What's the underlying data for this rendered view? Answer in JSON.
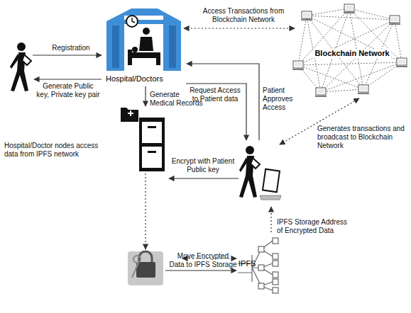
{
  "diagram": {
    "nodes": [
      {
        "text": [
          "Hospital/Doctors"
        ]
      },
      {
        "text": [
          "Blockchain Network"
        ]
      },
      {
        "text": [
          "IPFS"
        ]
      }
    ],
    "edges": [
      {
        "from": 0,
        "to": 1,
        "arrow": "both",
        "label": "Access Transactions from Blockchain Network"
      },
      {
        "from": 2,
        "to": 0,
        "arrow": "both",
        "label": "Hospital/Doctor nodes access data from IPFS network"
      }
    ],
    "labels": [
      "Registration",
      "Generate Public key, Private key pair",
      "Generate Medical Records",
      "Request Access to Patient data",
      "Patient Approves Access",
      "Encrypt with Patient Public key",
      "Generates transactions and broadcast to Blockchain Network",
      "IPFS Storage Address of Encrypted Data",
      "Move Encrypted Data to IPFS Storage"
    ]
  }
}
